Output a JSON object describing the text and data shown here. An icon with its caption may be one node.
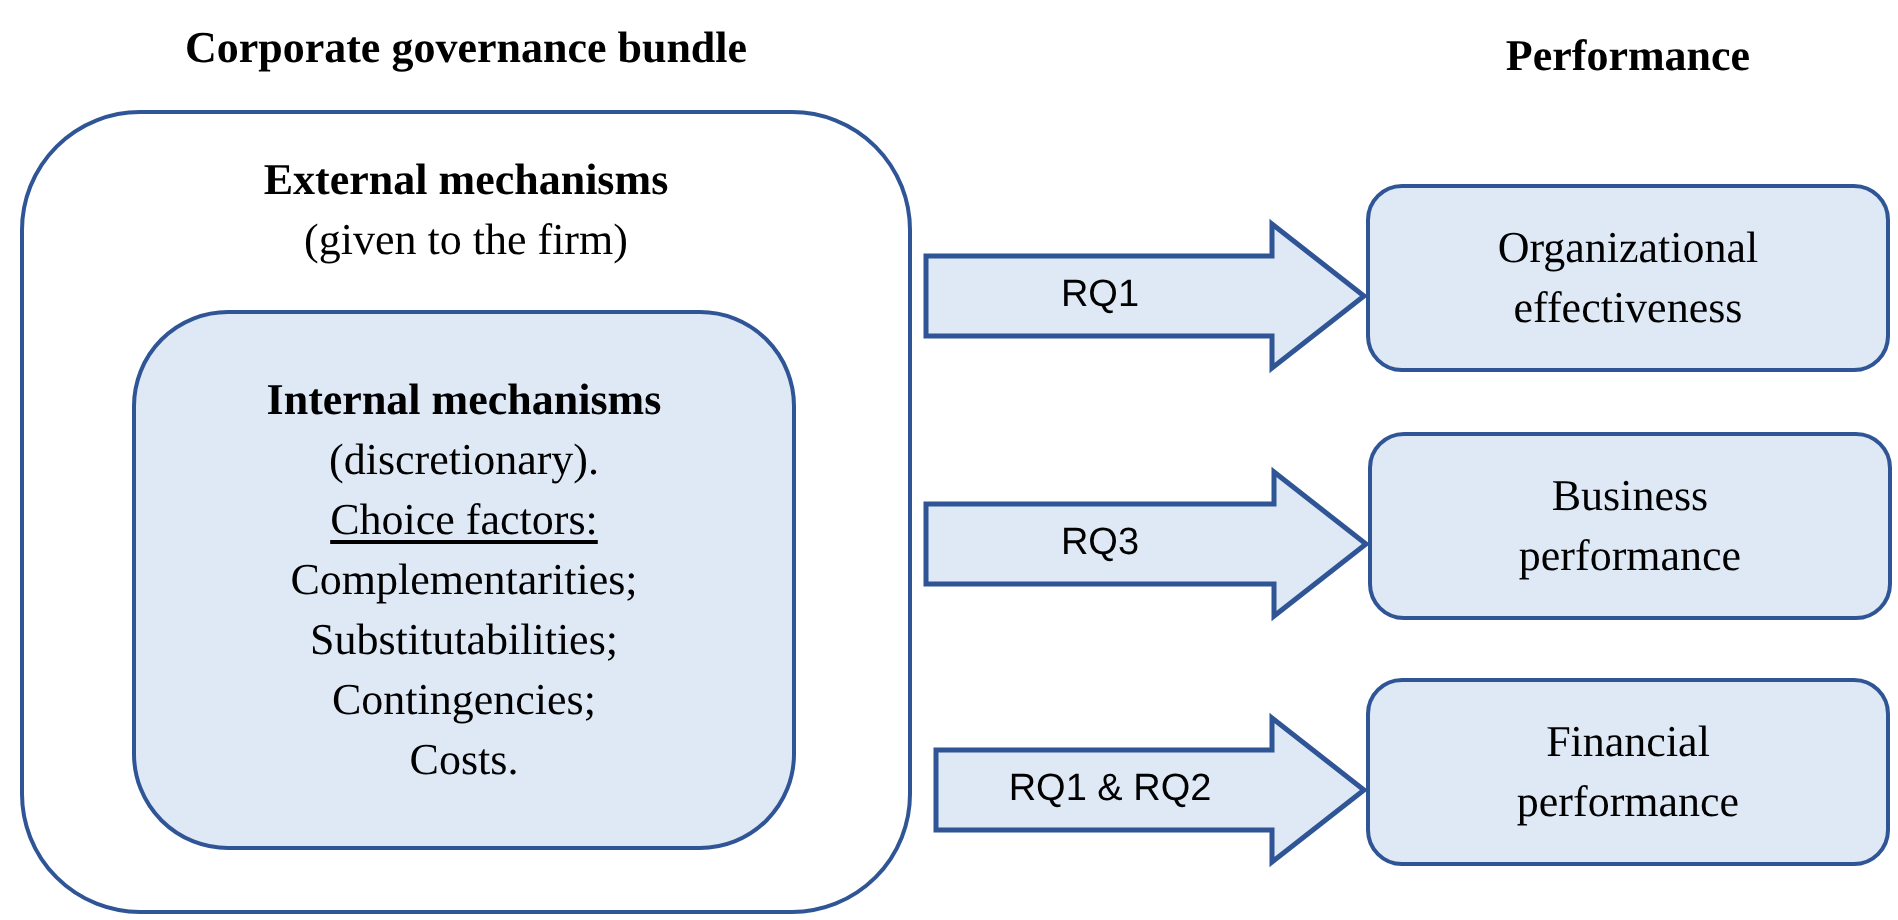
{
  "diagram": {
    "nodes": [
      {
        "text": [
          "Corporate governance bundle",
          "External mechanisms",
          "(given to the firm)"
        ]
      },
      {
        "text": [
          "Internal mechanisms",
          "(discretionary).",
          "Choice factors:",
          "Complementarities;",
          "Substitutabilities;",
          "Contingencies;",
          "Costs."
        ],
        "in": 0
      },
      {
        "text": [
          "Organizational effectiveness"
        ]
      },
      {
        "text": [
          "Business performance"
        ]
      },
      {
        "text": [
          "Financial performance"
        ]
      }
    ],
    "edges": [
      {
        "from": 0,
        "to": 2,
        "arrow": "to",
        "label": "RQ1"
      },
      {
        "from": 0,
        "to": 3,
        "arrow": "to",
        "label": "RQ3"
      },
      {
        "from": 0,
        "to": 4,
        "arrow": "to",
        "label": "RQ1 & RQ2"
      }
    ],
    "labels": [
      "Performance"
    ]
  }
}
